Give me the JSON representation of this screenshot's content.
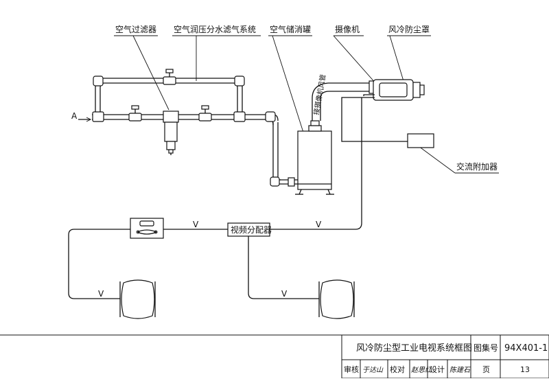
{
  "labels": {
    "air_filter": "空气过滤器",
    "oil_mist_system": "空气润压分水滤气系统",
    "air_tank": "空气储消罐",
    "camera": "摄像机",
    "dust_cover": "风冷防尘罩",
    "ac_heater": "交流附加器",
    "video_distributor": "视频分配器",
    "inlet": "A",
    "signal": "V",
    "vertical_pipe": "接摄像机风管"
  },
  "title_block": {
    "drawing_title": "风冷防尘型工业电视系统框图",
    "drawing_no_label": "图集号",
    "drawing_no": "94X401-1",
    "review_label": "审核",
    "review_sign": "于达山",
    "check_label": "校对",
    "check_sign": "赵思红",
    "design_label": "设计",
    "design_sign": "陈建石",
    "page_label": "页",
    "page_no": "13"
  }
}
